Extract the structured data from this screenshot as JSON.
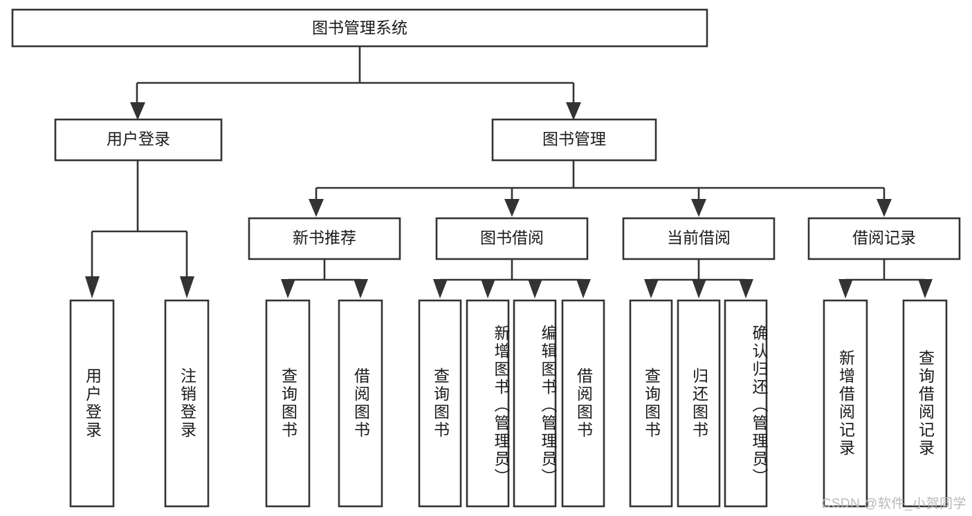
{
  "diagram": {
    "type": "tree",
    "title": "图书管理系统",
    "watermark": "CSDN @软件_小贺同学",
    "colors": {
      "stroke": "#333333",
      "fill": "#ffffff",
      "text": "#1a1a1a",
      "watermark": "#b8b8b8",
      "background": "#ffffff"
    },
    "root": {
      "label": "图书管理系统"
    },
    "level2": [
      {
        "label": "用户登录"
      },
      {
        "label": "图书管理"
      }
    ],
    "level3": [
      {
        "label": "新书推荐"
      },
      {
        "label": "图书借阅"
      },
      {
        "label": "当前借阅"
      },
      {
        "label": "借阅记录"
      }
    ],
    "leaves": {
      "user_login": [
        {
          "label": "用户登录"
        },
        {
          "label": "注销登录"
        }
      ],
      "new_book_recommend": [
        {
          "label": "查询图书"
        },
        {
          "label": "借阅图书"
        }
      ],
      "book_borrow": [
        {
          "label": "查询图书"
        },
        {
          "label": "新增图书（管理员）"
        },
        {
          "label": "编辑图书（管理员）"
        },
        {
          "label": "借阅图书"
        }
      ],
      "current_borrow": [
        {
          "label": "查询图书"
        },
        {
          "label": "归还图书"
        },
        {
          "label": "确认归还（管理员）"
        }
      ],
      "borrow_record": [
        {
          "label": "新增借阅记录"
        },
        {
          "label": "查询借阅记录"
        }
      ]
    }
  }
}
